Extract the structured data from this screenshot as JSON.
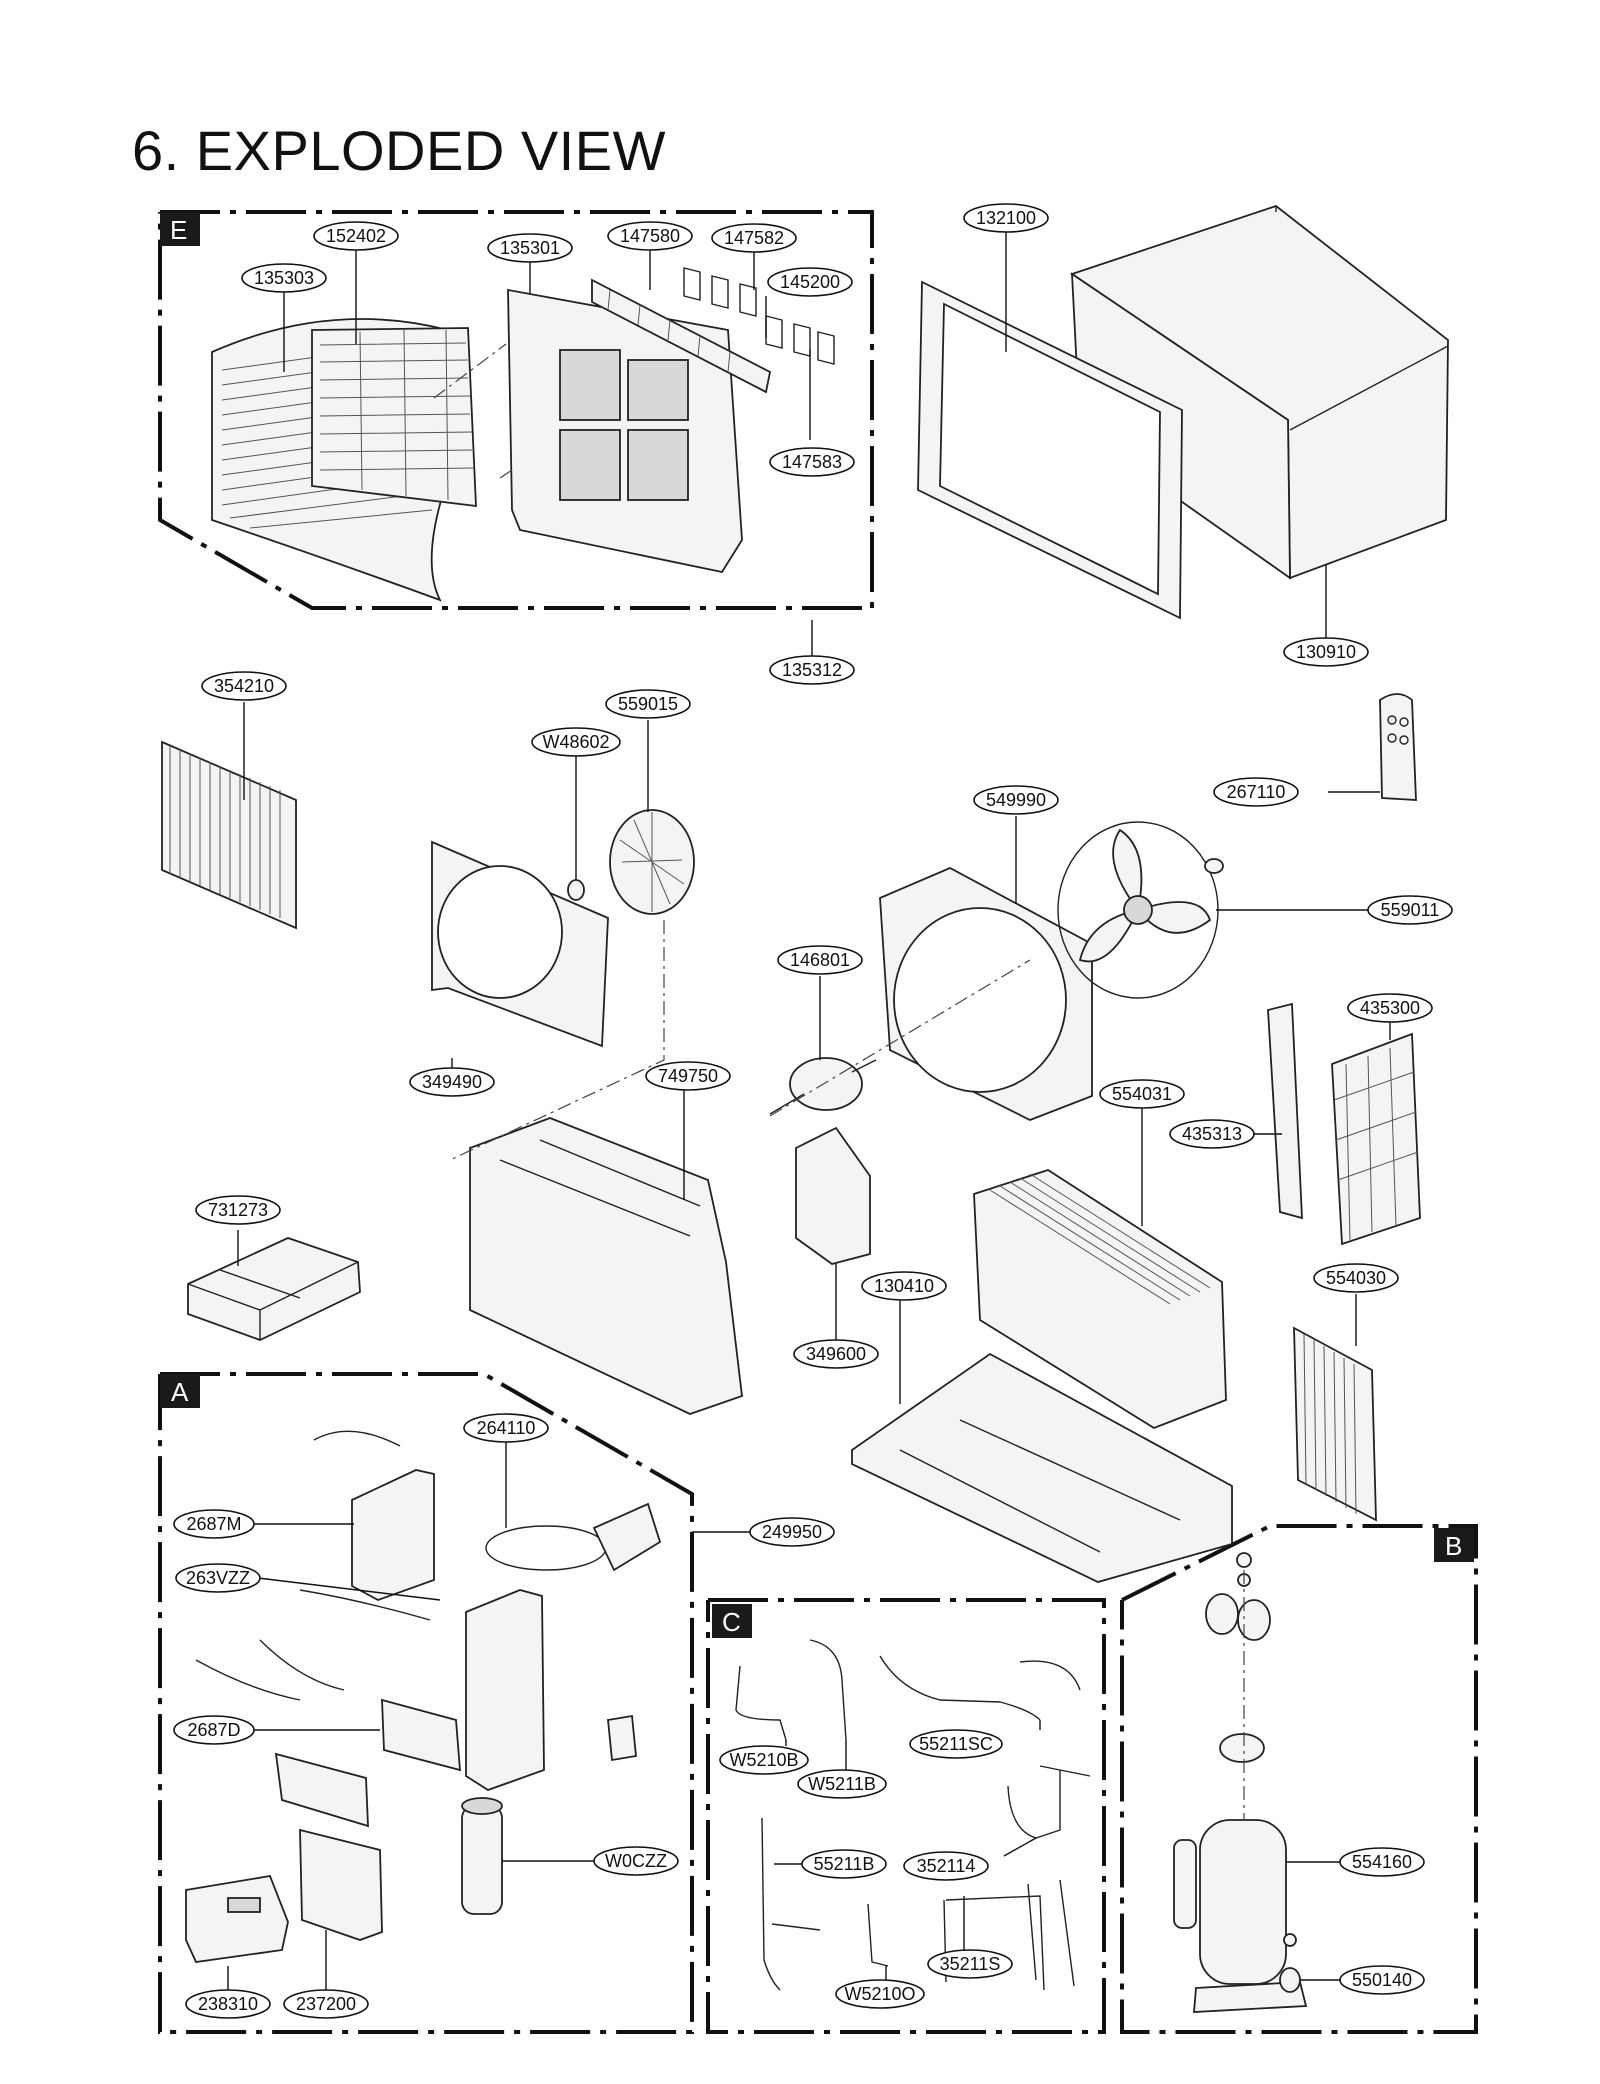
{
  "page": {
    "title": "6. EXPLODED VIEW"
  },
  "groups": {
    "E": "E",
    "A": "A",
    "B": "B",
    "C": "C"
  },
  "parts": {
    "p152402": "152402",
    "p135303": "135303",
    "p135301": "135301",
    "p147580": "147580",
    "p147582": "147582",
    "p145200": "145200",
    "p147583": "147583",
    "p135312": "135312",
    "p132100": "132100",
    "p130910": "130910",
    "p354210": "354210",
    "p559015": "559015",
    "pW48602": "W48602",
    "p267110": "267110",
    "p549990": "549990",
    "p559011": "559011",
    "p146801": "146801",
    "p435300": "435300",
    "p349490": "349490",
    "p749750": "749750",
    "p554031": "554031",
    "p435313": "435313",
    "p731273": "731273",
    "p130410": "130410",
    "p554030": "554030",
    "p349600": "349600",
    "p264110": "264110",
    "p249950": "249950",
    "p2687M": "2687M",
    "p263VZZ": "263VZZ",
    "p2687D": "2687D",
    "pW0CZZ": "W0CZZ",
    "p238310": "238310",
    "p237200": "237200",
    "pW5210B": "W5210B",
    "pW5211B": "W5211B",
    "p55211SC": "55211SC",
    "p352114": "352114",
    "p55211B": "55211B",
    "pW5210O": "W5210O",
    "p35211S": "35211S",
    "p554160": "554160",
    "p550140": "550140"
  },
  "colors": {
    "ink": "#111111",
    "tag_fill": "#1a1a1a",
    "paper": "#ffffff"
  }
}
